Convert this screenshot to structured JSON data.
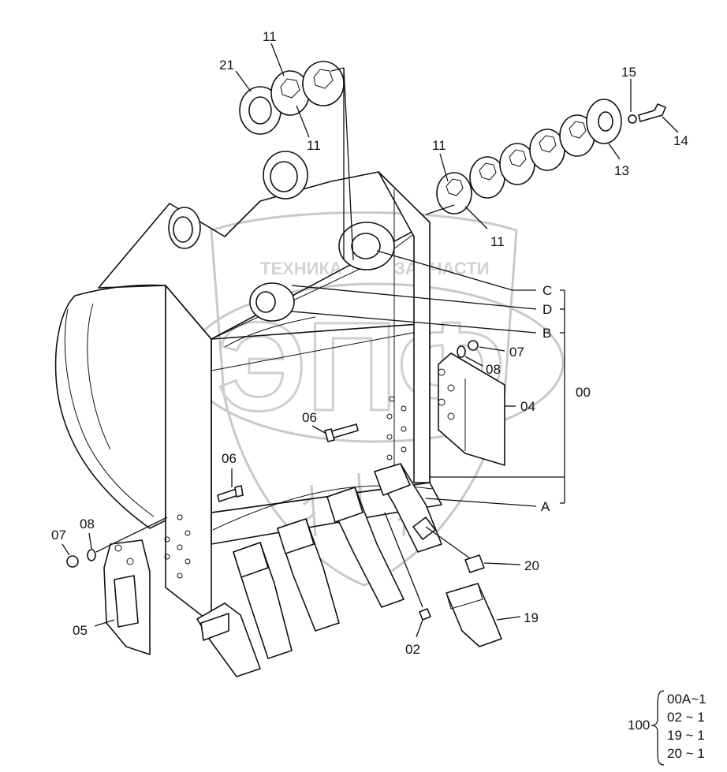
{
  "watermark": {
    "top_left": "ТЕХНИКА",
    "top_right": "ЗАПЧАСТИ",
    "big": "ЭПФ"
  },
  "callouts": {
    "c21": "21",
    "c11_top": "11",
    "c11_mid": "11",
    "c11_right_top": "11",
    "c11_right_bot": "11",
    "c15": "15",
    "c14": "14",
    "c13": "13",
    "cC": "C",
    "cD": "D",
    "cB": "B",
    "cA": "A",
    "c00": "00",
    "c07_right": "07",
    "c08_right": "08",
    "c04": "04",
    "c06_upper": "06",
    "c06_lower": "06",
    "c07_left": "07",
    "c08_left": "08",
    "c05": "05",
    "c20": "20",
    "c19": "19",
    "c02": "02"
  },
  "kit": {
    "label": "100",
    "items": [
      "00A~1",
      "02 ~ 1",
      "19 ~ 1",
      "20 ~ 1"
    ]
  }
}
